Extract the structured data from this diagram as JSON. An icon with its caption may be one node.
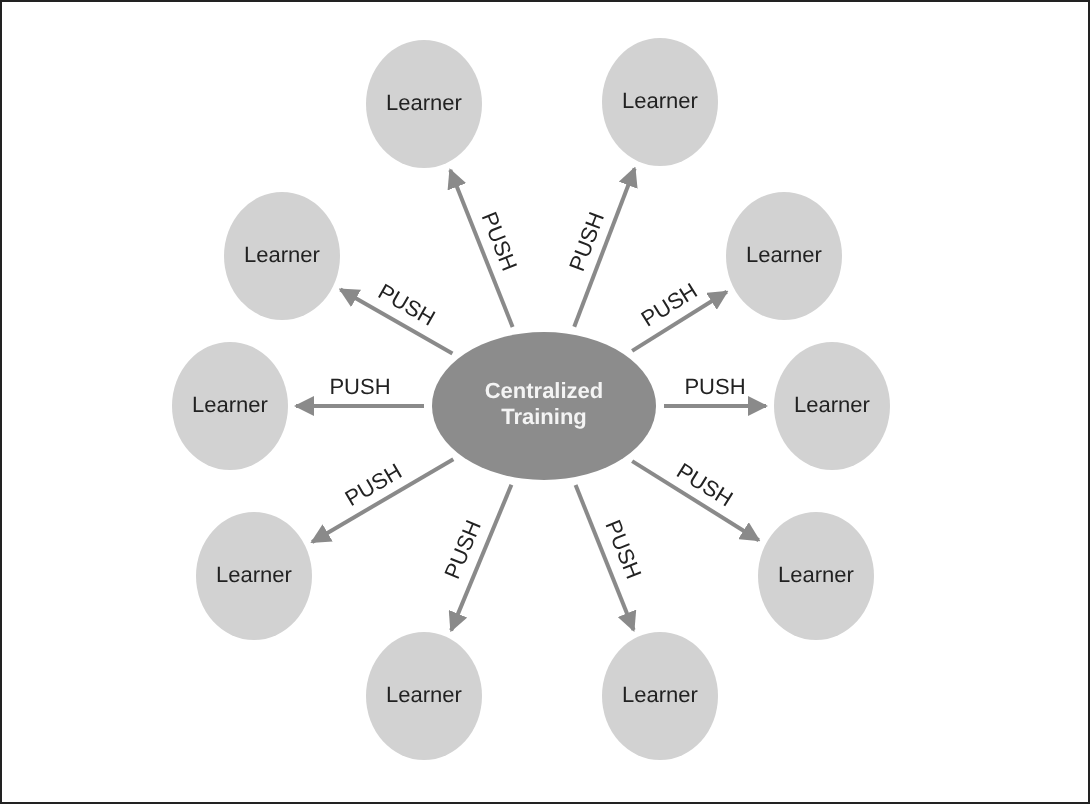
{
  "diagram": {
    "nodes": [
      {
        "text": [
          "Centralized Training"
        ]
      },
      {
        "text": [
          "Learner"
        ]
      },
      {
        "text": [
          "Learner"
        ]
      },
      {
        "text": [
          "Learner"
        ]
      },
      {
        "text": [
          "Learner"
        ]
      },
      {
        "text": [
          "Learner"
        ]
      },
      {
        "text": [
          "Learner"
        ]
      },
      {
        "text": [
          "Learner"
        ]
      },
      {
        "text": [
          "Learner"
        ]
      },
      {
        "text": [
          "Learner"
        ]
      },
      {
        "text": [
          "Learner"
        ]
      }
    ],
    "edges": [
      {
        "from": 0,
        "to": 1,
        "arrow": "to",
        "label": "PUSH"
      },
      {
        "from": 0,
        "to": 2,
        "arrow": "to",
        "label": "PUSH"
      },
      {
        "from": 0,
        "to": 3,
        "arrow": "to",
        "label": "PUSH"
      },
      {
        "from": 0,
        "to": 4,
        "arrow": "to",
        "label": "PUSH"
      },
      {
        "from": 0,
        "to": 5,
        "arrow": "to",
        "label": "PUSH"
      },
      {
        "from": 0,
        "to": 6,
        "arrow": "to",
        "label": "PUSH"
      },
      {
        "from": 0,
        "to": 7,
        "arrow": "to",
        "label": "PUSH"
      },
      {
        "from": 0,
        "to": 8,
        "arrow": "to",
        "label": "PUSH"
      },
      {
        "from": 0,
        "to": 9,
        "arrow": "to",
        "label": "PUSH"
      },
      {
        "from": 0,
        "to": 10,
        "arrow": "to",
        "label": "PUSH"
      }
    ]
  }
}
